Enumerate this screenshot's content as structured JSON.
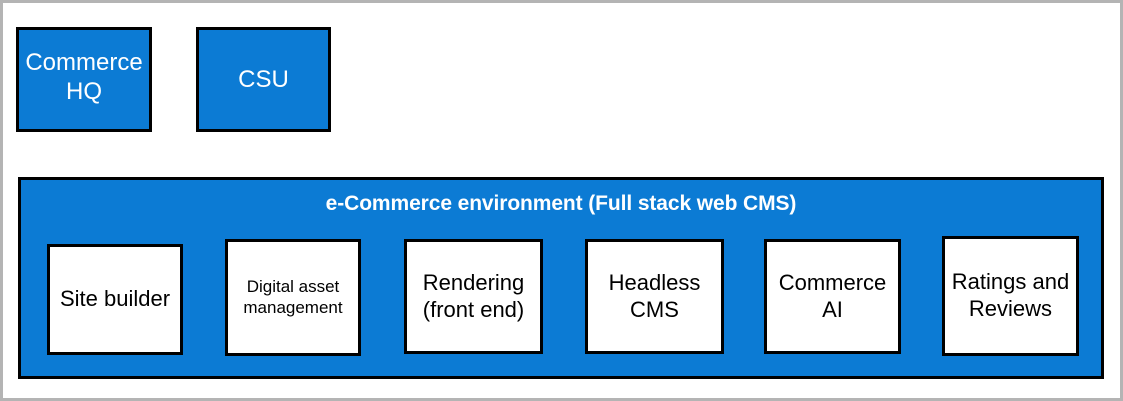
{
  "diagram": {
    "title_text": "e-Commerce environment (Full stack web CMS)",
    "colors": {
      "accent_blue": "#0C7BD4",
      "box_border": "#000000",
      "box_fill": "#FFFFFF",
      "banner_text": "#FFFFFF",
      "page_frame": "#B4B4B4"
    },
    "top_tiles": [
      {
        "label": "Commerce HQ"
      },
      {
        "label": "CSU"
      }
    ],
    "environment": {
      "title": "e-Commerce environment (Full stack web CMS)",
      "capabilities": [
        {
          "label": "Site builder"
        },
        {
          "label": "Digital asset management"
        },
        {
          "label": "Rendering (front end)"
        },
        {
          "label": "Headless CMS"
        },
        {
          "label": "Commerce AI"
        },
        {
          "label": "Ratings and Reviews"
        }
      ]
    }
  }
}
